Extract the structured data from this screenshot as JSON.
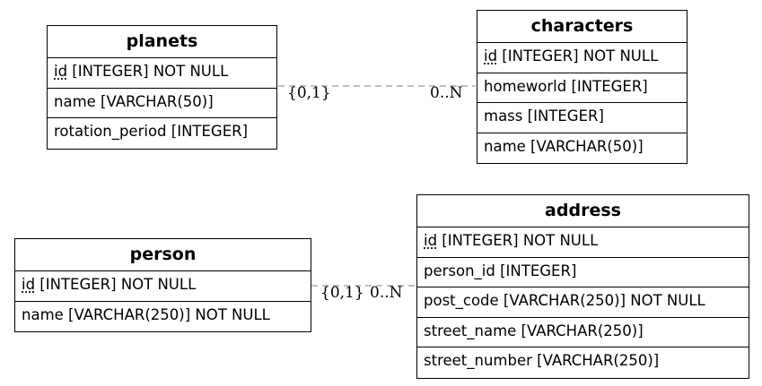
{
  "entities": {
    "planets": {
      "title": "planets",
      "attributes": [
        {
          "name": "id",
          "rest": " [INTEGER] NOT NULL"
        },
        {
          "name": "name",
          "rest": " [VARCHAR(50)]"
        },
        {
          "name": "rotation_period",
          "rest": " [INTEGER]"
        }
      ]
    },
    "characters": {
      "title": "characters",
      "attributes": [
        {
          "name": "id",
          "rest": " [INTEGER] NOT NULL"
        },
        {
          "name": "homeworld",
          "rest": " [INTEGER]"
        },
        {
          "name": "mass",
          "rest": " [INTEGER]"
        },
        {
          "name": "name",
          "rest": " [VARCHAR(50)]"
        }
      ]
    },
    "person": {
      "title": "person",
      "attributes": [
        {
          "name": "id",
          "rest": " [INTEGER] NOT NULL"
        },
        {
          "name": "name",
          "rest": " [VARCHAR(250)] NOT NULL"
        }
      ]
    },
    "address": {
      "title": "address",
      "attributes": [
        {
          "name": "id",
          "rest": " [INTEGER] NOT NULL"
        },
        {
          "name": "person_id",
          "rest": " [INTEGER]"
        },
        {
          "name": "post_code",
          "rest": " [VARCHAR(250)] NOT NULL"
        },
        {
          "name": "street_name",
          "rest": " [VARCHAR(250)]"
        },
        {
          "name": "street_number",
          "rest": " [VARCHAR(250)]"
        }
      ]
    }
  },
  "relationships": [
    {
      "from": "planets",
      "to": "characters",
      "from_card": "{0,1}",
      "to_card": "0..N"
    },
    {
      "from": "person",
      "to": "address",
      "from_card": "{0,1}",
      "to_card": "0..N"
    }
  ],
  "colors": {
    "line": "#9a9a9a",
    "border": "#000000"
  }
}
